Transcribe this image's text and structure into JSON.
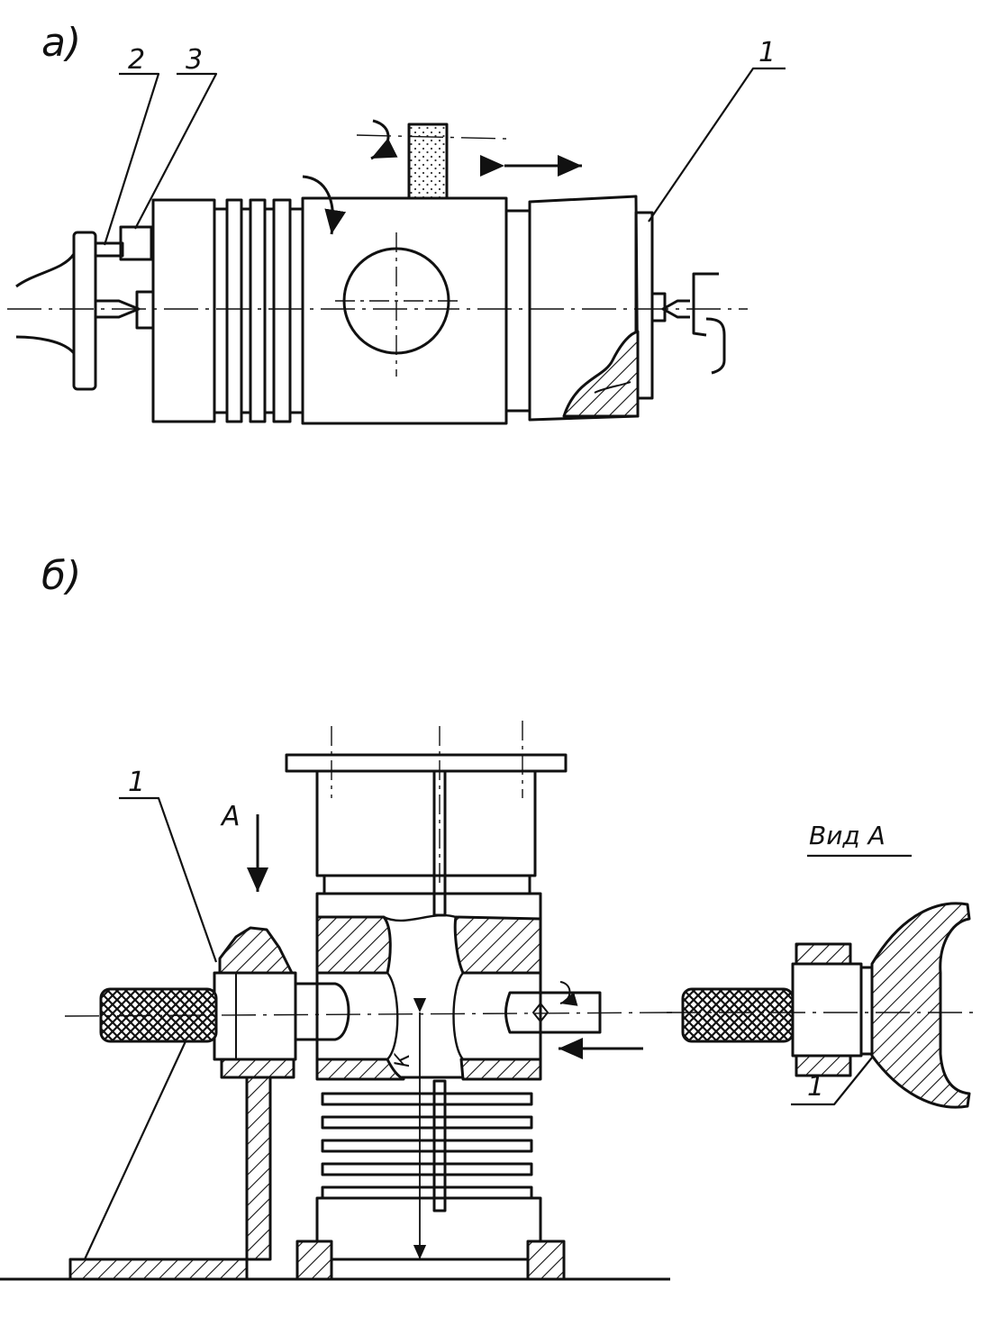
{
  "figure_a": {
    "label": "а)",
    "callouts": {
      "part1": "1",
      "part2": "2",
      "part3": "3"
    }
  },
  "figure_b": {
    "label": "б)",
    "callouts": {
      "part1": "1",
      "view_direction": "А",
      "dimension": "К"
    },
    "view": {
      "title": "Вид А",
      "callout": "1"
    }
  }
}
